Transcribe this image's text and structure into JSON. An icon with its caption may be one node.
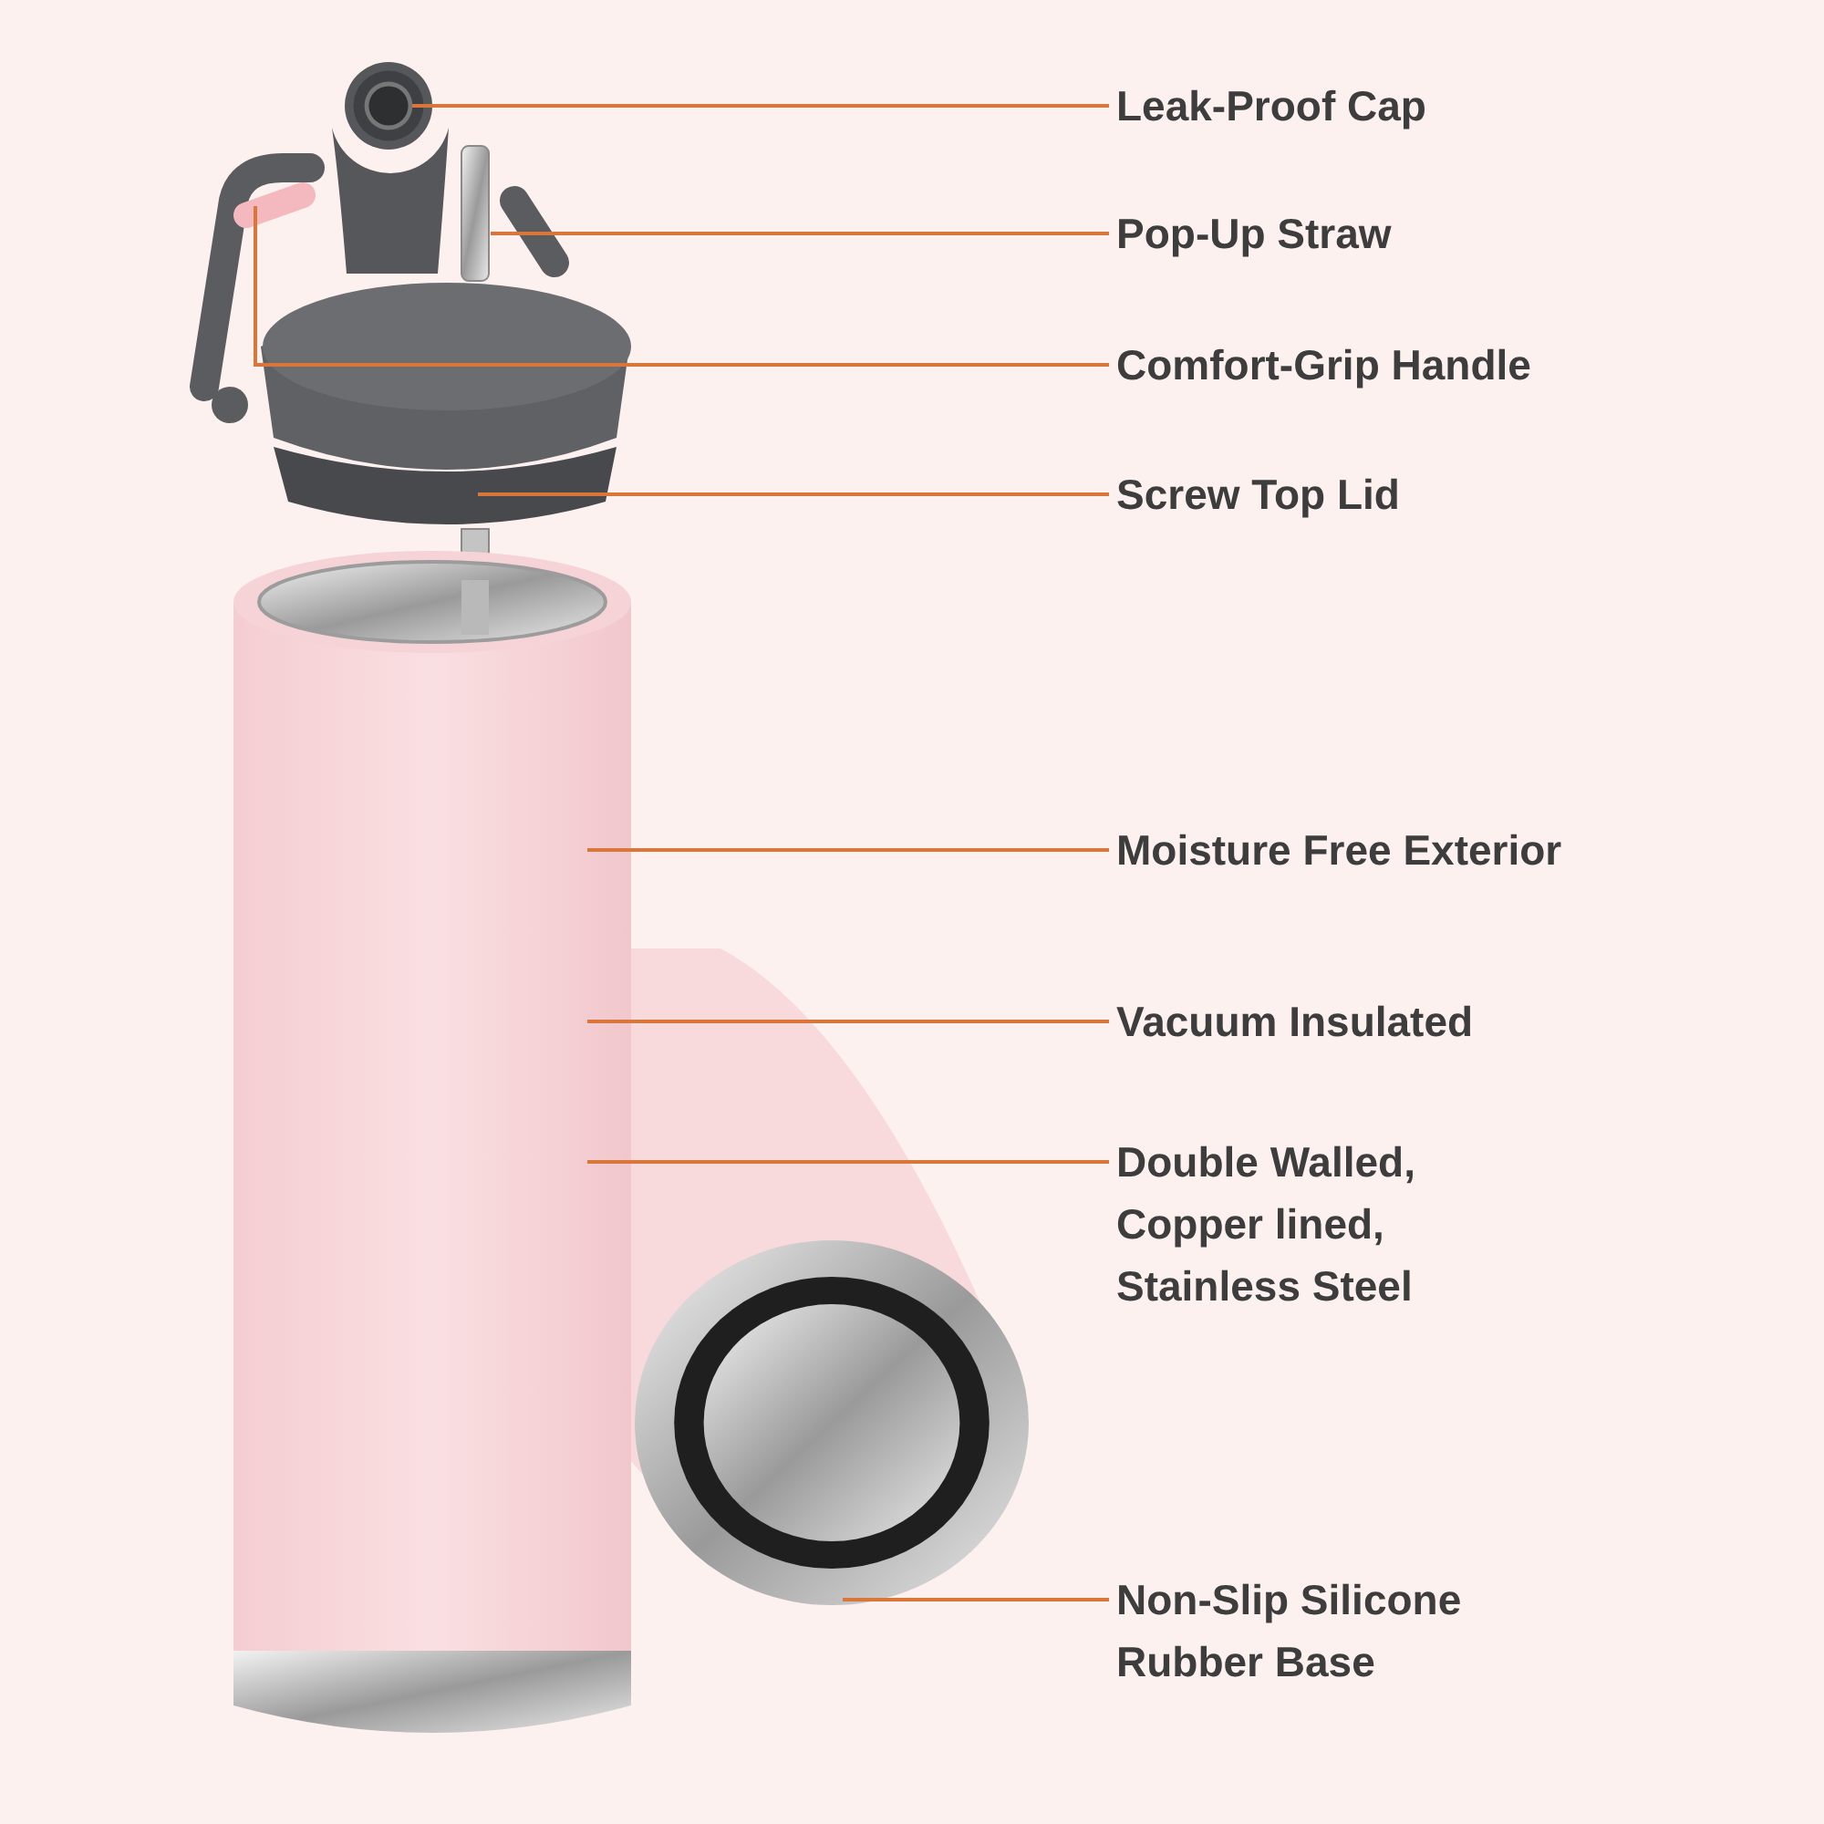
{
  "diagram": {
    "nodes": [
      {
        "text": [
          "Leak-Proof Cap"
        ]
      },
      {
        "text": [
          "Pop-Up Straw"
        ]
      },
      {
        "text": [
          "Comfort-Grip Handle"
        ]
      },
      {
        "text": [
          "Screw Top Lid"
        ]
      },
      {
        "text": [
          "Moisture Free Exterior"
        ]
      },
      {
        "text": [
          "Vacuum Insulated"
        ]
      },
      {
        "text": [
          "Double Walled, Copper lined, Stainless Steel"
        ]
      },
      {
        "text": [
          "Non-Slip Silicone Rubber Base"
        ]
      },
      {
        "text": [],
        "shape": "circle"
      },
      {
        "text": [],
        "shape": "bar"
      },
      {
        "text": [],
        "shape": "picture"
      },
      {
        "text": [],
        "shape": "picture"
      },
      {
        "text": [],
        "shape": "circle"
      }
    ],
    "edges": [
      {
        "from": 0,
        "to": 8,
        "arrow": "none"
      },
      {
        "from": 1,
        "to": 9,
        "arrow": "none"
      },
      {
        "from": 2,
        "to": 10,
        "arrow": "none"
      },
      {
        "from": 3,
        "to": 11,
        "arrow": "none"
      },
      {
        "from": 4,
        "to": null,
        "arrow": "none"
      },
      {
        "from": 5,
        "to": null,
        "arrow": "none"
      },
      {
        "from": 6,
        "to": null,
        "arrow": "none"
      },
      {
        "from": 7,
        "to": 12,
        "arrow": "none"
      }
    ]
  }
}
